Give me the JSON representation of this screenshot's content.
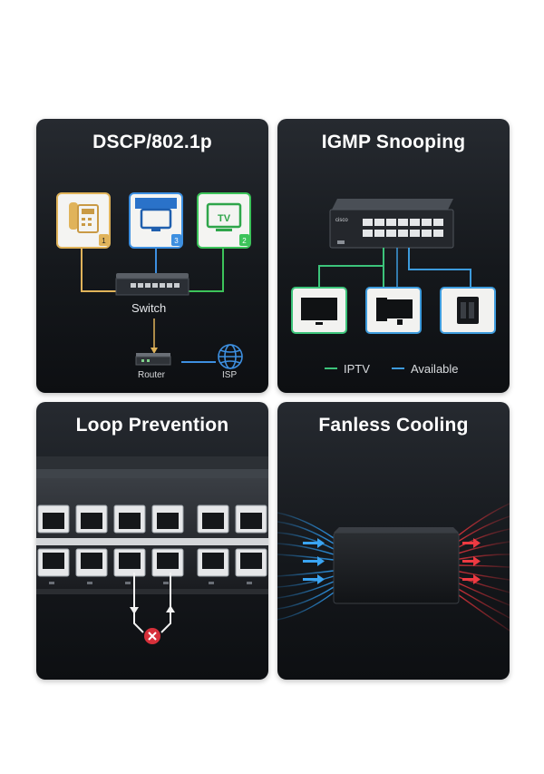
{
  "cards": [
    {
      "title": "DSCP/802.1p",
      "switch_label": "Switch",
      "router_label": "Router",
      "isp_label": "ISP",
      "device_tags": [
        "1",
        "3",
        "2"
      ],
      "tv_label": "TV"
    },
    {
      "title": "IGMP Snooping",
      "brand_label": "cisco",
      "legend": [
        {
          "label": "IPTV",
          "color": "#3cc37a"
        },
        {
          "label": "Available",
          "color": "#3d9bdc"
        }
      ]
    },
    {
      "title": "Loop Prevention"
    },
    {
      "title": "Fanless Cooling"
    }
  ],
  "colors": {
    "qos_phone": "#e0b35a",
    "qos_pc": "#3d8fe0",
    "qos_tv": "#3cc35a",
    "iptv": "#3cc37a",
    "available": "#3d9bdc",
    "cool_air": "#2e9bf0",
    "hot_air": "#e8343c",
    "loop_error": "#d6303a"
  }
}
